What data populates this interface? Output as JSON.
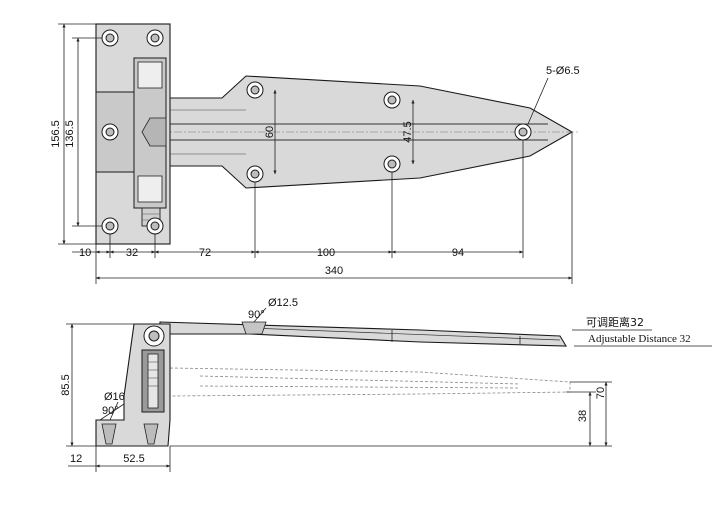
{
  "top_view": {
    "hole_callout": "5-Ø6.5",
    "dim_overall_height": "156.5",
    "dim_inner_height": "136.5",
    "dim_hole_spacing_a": "60",
    "dim_hole_spacing_b": "47.5",
    "dim_10": "10",
    "dim_32": "32",
    "dim_72": "72",
    "dim_100": "100",
    "dim_94": "94",
    "dim_total_length": "340"
  },
  "side_view": {
    "dim_diameter_top": "Ø12.5",
    "angle_top": "90°",
    "dim_diameter_pin": "Ø16",
    "angle_bottom": "90°",
    "adjustable_cn": "可调距离32",
    "adjustable_en": "Adjustable Distance  32",
    "dim_height": "85.5",
    "dim_70": "70",
    "dim_38": "38",
    "dim_12": "12",
    "dim_base_width": "52.5"
  }
}
